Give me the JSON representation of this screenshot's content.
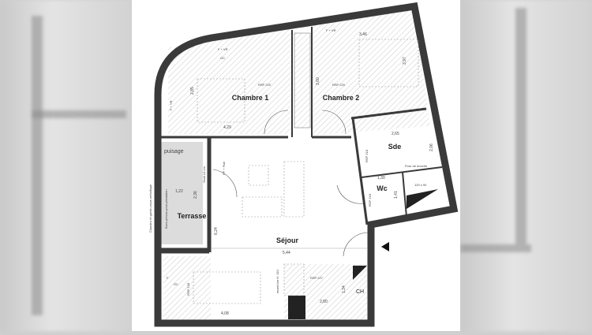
{
  "plan": {
    "rooms": {
      "chambre1": "Chambre 1",
      "chambre2": "Chambre 2",
      "sde": "Sde",
      "wc": "Wc",
      "terrasse": "Terrasse",
      "sejour": "Séjour",
      "ch": "CH"
    },
    "dimensions": {
      "ch1_height": "2,85",
      "ch1_width": "4,29",
      "ch2_width": "3,46",
      "ch2_height": "3,60",
      "ch2_bed": "3,97",
      "sde_width": "2,65",
      "sde_height": "2,06",
      "wc_width": "1,30",
      "wc_height": "1,41",
      "terrasse_width": "1,22",
      "terrasse_height": "2,36",
      "sejour_height": "6,24",
      "sejour_width": "5,44",
      "dining_width": "4,08",
      "kitchen_width": "2,80",
      "kitchen_depth": "1,34"
    },
    "annotations": {
      "rsp_ch1": "RSP 220",
      "rsp_ch2": "RSP 220",
      "rsp_kitchen": "RSP 227",
      "rsp_dining": "RSP 228",
      "rsp_sde": "RSP 218",
      "rsp_wc": "RSP 218",
      "window_ch1": "F + VR",
      "gc": "GC",
      "window_ch2": "F + VR",
      "window_side": "F + VR",
      "pf_fixe": "PF + Fixe",
      "seuil": "Seuil ≤4 cm",
      "puisage": "puisage",
      "claustra": "Claustra et garde-corps métallique",
      "bacs": "Bacs prévus pour plantation",
      "muret": "muret bar H. 110",
      "shower_label": "Pour de douche",
      "shower_size": "120 x 90",
      "window_dining": "F",
      "gc_dining": "GC"
    },
    "colors": {
      "wall": "#3a3a3a",
      "hatch": "#9a9a9a",
      "terrace": "#d9d9d9"
    }
  }
}
